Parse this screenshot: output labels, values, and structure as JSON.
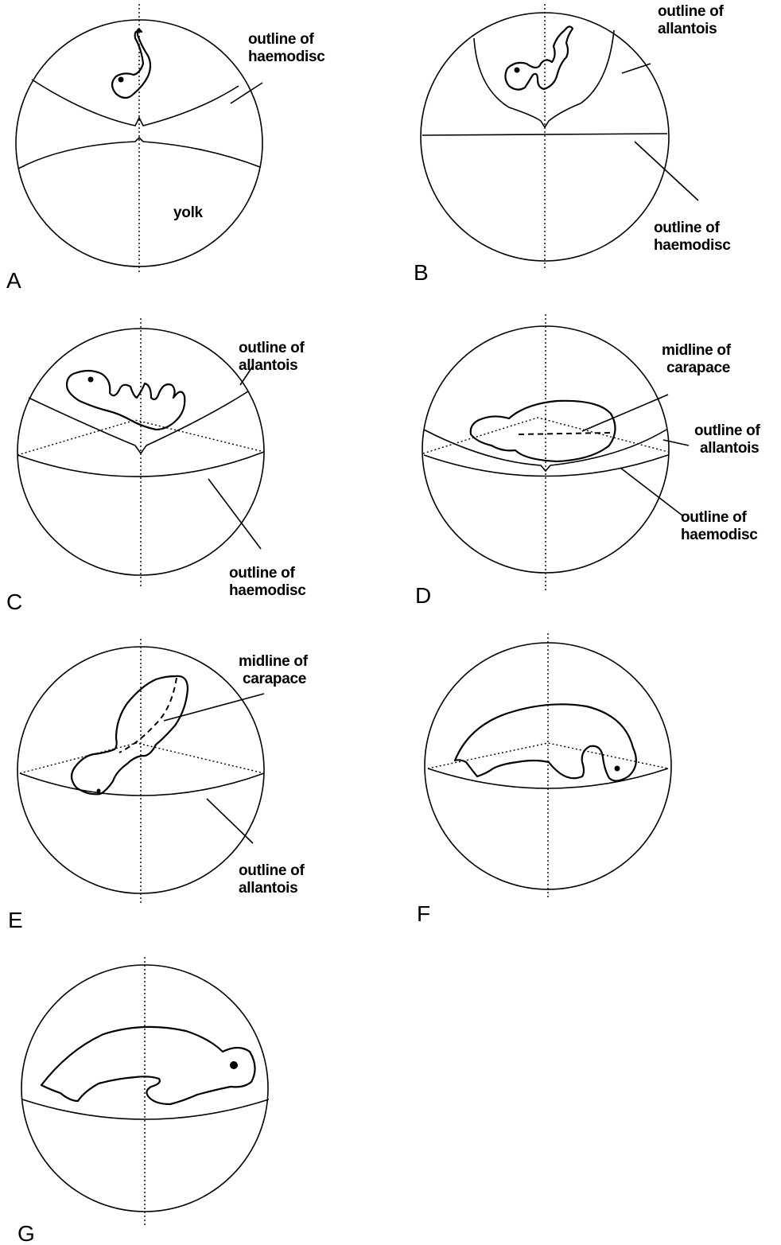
{
  "panels": {
    "A": {
      "letter": "A",
      "label_haemodisc_1": "outline of",
      "label_haemodisc_2": "haemodisc",
      "label_yolk": "yolk"
    },
    "B": {
      "letter": "B",
      "label_allantois_1": "outline of",
      "label_allantois_2": "allantois",
      "label_haemodisc_1": "outline of",
      "label_haemodisc_2": "haemodisc"
    },
    "C": {
      "letter": "C",
      "label_allantois_1": "outline of",
      "label_allantois_2": "allantois",
      "label_haemodisc_1": "outline of",
      "label_haemodisc_2": "haemodisc"
    },
    "D": {
      "letter": "D",
      "label_carapace_1": "midline of",
      "label_carapace_2": "carapace",
      "label_allantois_1": "outline of",
      "label_allantois_2": "allantois",
      "label_haemodisc_1": "outline of",
      "label_haemodisc_2": "haemodisc"
    },
    "E": {
      "letter": "E",
      "label_carapace_1": "midline of",
      "label_carapace_2": "carapace",
      "label_allantois_1": "outline of",
      "label_allantois_2": "allantois"
    },
    "F": {
      "letter": "F"
    },
    "G": {
      "letter": "G"
    }
  }
}
